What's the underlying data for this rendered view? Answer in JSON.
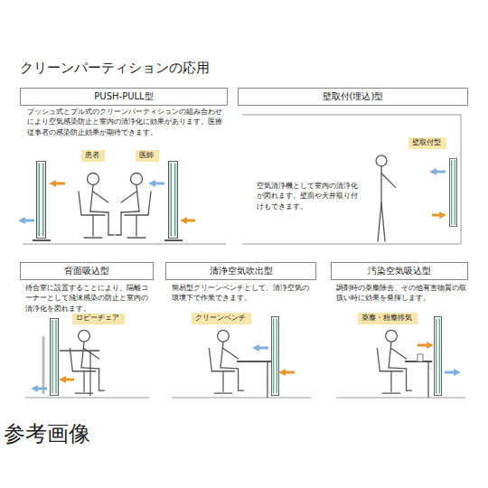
{
  "diagram": {
    "title": "クリーンパーティションの応用",
    "nodes": [
      {
        "text": [
          "PUSH-PULL型"
        ]
      },
      {
        "text": [
          "壁取付(埋込)型"
        ]
      },
      {
        "text": [
          "患者"
        ]
      },
      {
        "text": [
          "医師"
        ]
      },
      {
        "text": [
          "壁取付型"
        ]
      },
      {
        "text": [
          "背面吸込型"
        ]
      },
      {
        "text": [
          "清浄空気吹出型"
        ]
      },
      {
        "text": [
          "汚染空気吸込型"
        ]
      },
      {
        "text": [
          "ロビーチェア"
        ]
      },
      {
        "text": [
          "クリーンベンチ"
        ]
      },
      {
        "text": [
          "薬塵・粉塵排気"
        ]
      }
    ],
    "labels": [
      "プッシュ式とプル式のクリーンパーティションの組み合わせにより空気感染防止と室内の清浄化に効果があります。医療従事者の感染防止効果が期待できます。",
      "空気清浄機として室内の清浄化が図れます。壁面や天井取り付けもできます。",
      "待合室に設置することにより、隔離コーナーとして飛沫感染の防止と室内の清浄化を図れます。",
      "簡易型クリーンベンチとして、清浄空気の環境下で作業できます。",
      "調剤時の薬塵除去、その他有害物質の取扱い時に効果を発揮します。",
      "参考画像"
    ]
  }
}
